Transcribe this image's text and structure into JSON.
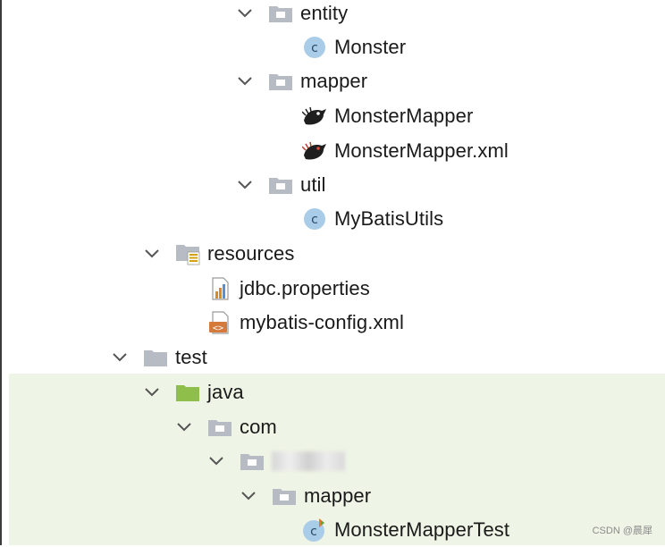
{
  "tree": {
    "entity": {
      "label": "entity",
      "children": [
        {
          "label": "Monster"
        }
      ]
    },
    "mapper": {
      "label": "mapper",
      "children": [
        {
          "label": "MonsterMapper"
        },
        {
          "label": "MonsterMapper.xml"
        }
      ]
    },
    "util": {
      "label": "util",
      "children": [
        {
          "label": "MyBatisUtils"
        }
      ]
    },
    "resources": {
      "label": "resources",
      "children": [
        {
          "label": "jdbc.properties"
        },
        {
          "label": "mybatis-config.xml"
        }
      ]
    },
    "test": {
      "label": "test",
      "java": {
        "label": "java",
        "com": {
          "label": "com",
          "mapper": {
            "label": "mapper",
            "children": [
              {
                "label": "MonsterMapperTest"
              }
            ]
          }
        }
      }
    }
  },
  "icons": {
    "folder": "folder-icon",
    "class": "class-icon",
    "mybatis": "mybatis-bird-icon",
    "resources": "resources-folder-icon",
    "properties": "properties-file-icon",
    "xml": "xml-file-icon",
    "test_folder": "test-source-folder-icon",
    "test_class": "test-class-icon",
    "chevron": "chevron-down-icon"
  },
  "colors": {
    "test_highlight": "#eff5e6",
    "folder": "#b7bcc4",
    "test_folder": "#8fbf4a",
    "class_icon": "#a9cce8"
  },
  "watermark": "CSDN @晨犀"
}
